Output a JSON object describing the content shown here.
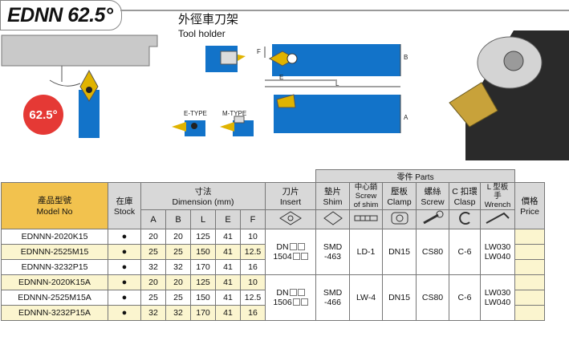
{
  "header": {
    "title": "EDNN 62.5°",
    "cn_title": "外徑車刀架",
    "en_title": "Tool holder",
    "angle_badge": "62.5°"
  },
  "diagram_labels": {
    "F": "F",
    "B": "B",
    "E": "E",
    "L": "L",
    "A": "A",
    "e_type": "E-TYPE",
    "m_type": "M-TYPE"
  },
  "colors": {
    "holder_blue": "#1273c9",
    "insert_gold": "#e0b300",
    "badge_red": "#e53935",
    "model_header": "#f2c24e",
    "row_highlight": "#fbf5cf"
  },
  "table": {
    "parts_group": "零件 Parts",
    "model_cn": "產品型號",
    "model_en": "Model No",
    "stock_cn": "在庫",
    "stock_en": "Stock",
    "dim_cn": "寸法",
    "dim_en": "Dimension (mm)",
    "dim_cols": [
      "A",
      "B",
      "L",
      "E",
      "F"
    ],
    "insert_cn": "刀片",
    "insert_en": "Insert",
    "shim_cn": "墊片",
    "shim_en": "Shim",
    "screw_shim_cn": "中心銷",
    "screw_shim_en1": "Screw",
    "screw_shim_en2": "of shim",
    "clamp_cn": "壓板",
    "clamp_en": "Clamp",
    "screw_cn": "螺絲",
    "screw_en": "Screw",
    "clasp_cn": "C 扣環",
    "clasp_en": "Clasp",
    "wrench_cn1": "L 型板",
    "wrench_cn2": "手",
    "wrench_en": "Wrench",
    "price_cn": "價格",
    "price_en": "Price",
    "groups": [
      {
        "rows": [
          {
            "model": "EDNNN-2020K15",
            "stock": "●",
            "A": "20",
            "B": "20",
            "L": "125",
            "E": "41",
            "F": "10"
          },
          {
            "model": "EDNNN-2525M15",
            "stock": "●",
            "A": "25",
            "B": "25",
            "L": "150",
            "E": "41",
            "F": "12.5"
          },
          {
            "model": "EDNNN-3232P15",
            "stock": "●",
            "A": "32",
            "B": "32",
            "L": "170",
            "E": "41",
            "F": "16"
          }
        ],
        "insert_1": "DN",
        "insert_2": "1504",
        "shim_1": "SMD",
        "shim_2": "-463",
        "screw_shim": "LD-1",
        "clamp": "DN15",
        "screw": "CS80",
        "clasp": "C-6",
        "wrench_1": "LW030",
        "wrench_2": "LW040"
      },
      {
        "rows": [
          {
            "model": "EDNNN-2020K15A",
            "stock": "●",
            "A": "20",
            "B": "20",
            "L": "125",
            "E": "41",
            "F": "10"
          },
          {
            "model": "EDNNN-2525M15A",
            "stock": "●",
            "A": "25",
            "B": "25",
            "L": "150",
            "E": "41",
            "F": "12.5"
          },
          {
            "model": "EDNNN-3232P15A",
            "stock": "●",
            "A": "32",
            "B": "32",
            "L": "170",
            "E": "41",
            "F": "16"
          }
        ],
        "insert_1": "DN",
        "insert_2": "1506",
        "shim_1": "SMD",
        "shim_2": "-466",
        "screw_shim": "LW-4",
        "clamp": "DN15",
        "screw": "CS80",
        "clasp": "C-6",
        "wrench_1": "LW030",
        "wrench_2": "LW040"
      }
    ]
  }
}
